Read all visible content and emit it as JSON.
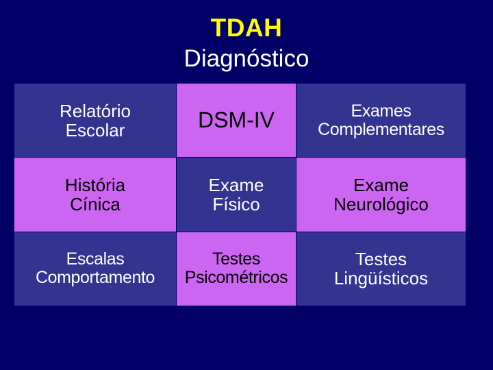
{
  "slide": {
    "background_color": "#000066",
    "title": "TDAH",
    "title_color": "#FFFF00",
    "subtitle": "Diagnóstico",
    "subtitle_color": "#FFFFFF"
  },
  "palette": {
    "cell_blue": "#333390",
    "cell_violet": "#CC66F2",
    "text_on_blue": "#FFFFFF",
    "text_on_violet": "#000000"
  },
  "table": {
    "rows": [
      {
        "cells": [
          {
            "text": "Relatório\nEscolar",
            "style": "blue"
          },
          {
            "text": "DSM-IV",
            "style": "violet"
          },
          {
            "text": "Exames\nComplementares",
            "style": "blue"
          }
        ]
      },
      {
        "cells": [
          {
            "text": "História\nCínica",
            "style": "violet"
          },
          {
            "text": "Exame\nFísico",
            "style": "blue"
          },
          {
            "text": "Exame\nNeurológico",
            "style": "violet"
          }
        ]
      },
      {
        "cells": [
          {
            "text": "Escalas\nComportamento",
            "style": "blue"
          },
          {
            "text": "Testes\nPsicométricos",
            "style": "violet"
          },
          {
            "text": "Testes\nLingüísticos",
            "style": "blue"
          }
        ]
      }
    ]
  }
}
